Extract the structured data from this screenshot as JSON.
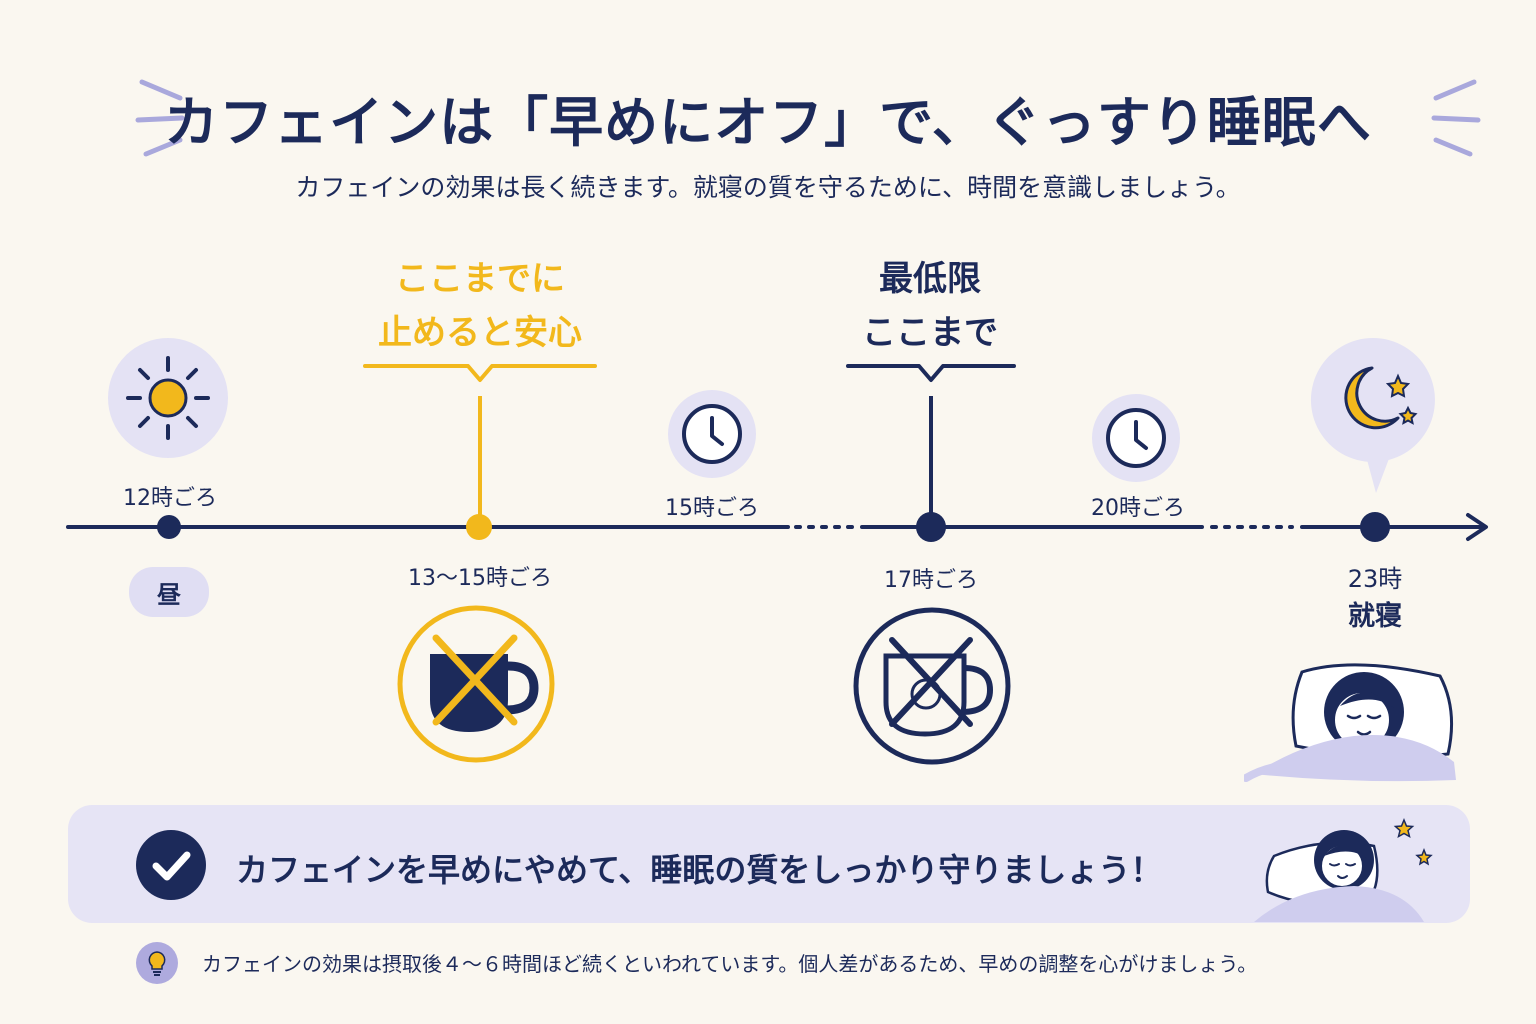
{
  "header": {
    "title": "カフェインは「早めにオフ」で、ぐっすり睡眠へ",
    "subtitle": "カフェインの効果は長く続きます。就寝の質を守るために、時間を意識しましょう。"
  },
  "timeline": {
    "noon": {
      "time": "12時ごろ",
      "tag": "昼"
    },
    "recommended": {
      "callout_line1": "ここまでに",
      "callout_line2": "止めると安心",
      "time": "13〜15時ごろ"
    },
    "t15": {
      "time": "15時ごろ"
    },
    "minimum": {
      "callout_line1": "最低限",
      "callout_line2": "ここまで",
      "time": "17時ごろ"
    },
    "t20": {
      "time": "20時ごろ"
    },
    "bedtime": {
      "time": "23時",
      "label": "就寝"
    }
  },
  "banner": {
    "text": "カフェインを早めにやめて、睡眠の質をしっかり守りましょう！"
  },
  "footnote": {
    "text": "カフェインの効果は摂取後４〜６時間ほど続くといわれています。個人差があるため、早めの調整を心がけましょう。"
  },
  "colors": {
    "navy": "#1c2a5a",
    "accent_yellow": "#f2b81c",
    "lavender": "#e0def3",
    "background": "#faf7f0"
  }
}
